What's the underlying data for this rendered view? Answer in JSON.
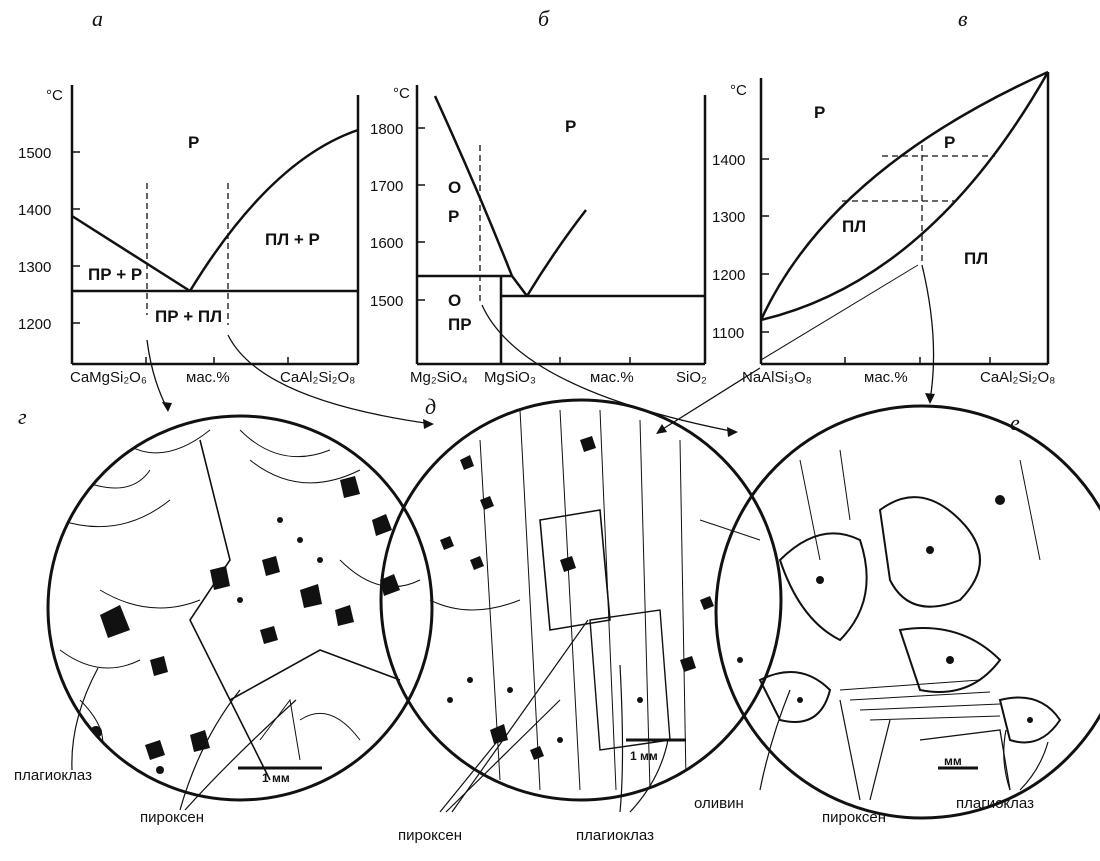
{
  "panels": {
    "a": {
      "letter": "а",
      "unit": "°C",
      "y_ticks": [
        "1500",
        "1400",
        "1300",
        "1200"
      ],
      "x_left": "CaMgSi₂O₆",
      "x_mid": "мас.%",
      "x_right": "CaAl₂Si₂O₈",
      "regions": {
        "r": "Р",
        "pl_r": "ПЛ + Р",
        "pr_r": "ПР + Р",
        "pr_pl": "ПР + ПЛ"
      }
    },
    "b": {
      "letter": "б",
      "unit": "°C",
      "y_ticks": [
        "1800",
        "1700",
        "1600",
        "1500"
      ],
      "x_left": "Mg₂SiO₄",
      "x_mid1": "MgSiO₃",
      "x_mid2": "мас.%",
      "x_right": "SiO₂",
      "regions": {
        "r": "Р",
        "o": "О",
        "r2": "Р",
        "o2": "О",
        "pr": "ПР"
      }
    },
    "c": {
      "letter": "в",
      "unit": "°C",
      "y_ticks": [
        "1400",
        "1300",
        "1200",
        "1100"
      ],
      "x_left": "NaAlSi₃O₈",
      "x_mid": "мас.%",
      "x_right": "CaAl₂Si₂O₈",
      "regions": {
        "r": "Р",
        "r2": "Р",
        "pl": "ПЛ",
        "pl2": "ПЛ"
      }
    }
  },
  "sections": {
    "g": {
      "letter": "г",
      "labels": {
        "plagioclase": "плагиоклаз",
        "pyroxene": "пироксен"
      },
      "scale": "1 мм"
    },
    "d": {
      "letter": "д",
      "labels": {
        "pyroxene": "пироксен",
        "plagioclase": "плагиоклаз"
      },
      "scale": "1 мм"
    },
    "e": {
      "letter": "е",
      "labels": {
        "olivine": "оливин",
        "pyroxene": "пироксен",
        "plagioclase": "плагиоклаз"
      },
      "scale": "мм"
    }
  }
}
